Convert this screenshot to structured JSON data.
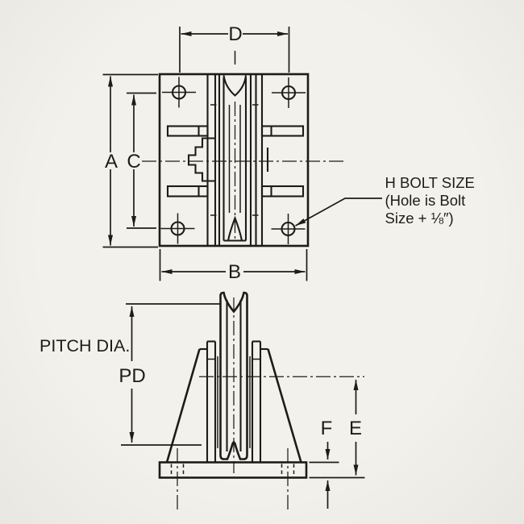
{
  "colors": {
    "ink": "#1d1c1a",
    "paper": "#f3f1ec"
  },
  "plan_view": {
    "dim_d_label": "D",
    "dim_a_label": "A",
    "dim_c_label": "C",
    "dim_b_label": "B",
    "bolt_note": [
      "H BOLT SIZE",
      "(Hole is Bolt",
      "Size + ⅛″)"
    ]
  },
  "front_view": {
    "pitch_dia_label": "PITCH DIA.",
    "dim_pd_label": "PD",
    "dim_f_label": "F",
    "dim_e_label": "E"
  }
}
